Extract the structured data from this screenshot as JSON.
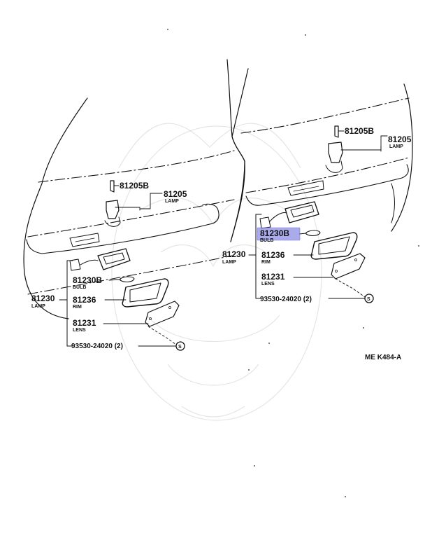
{
  "callouts": {
    "left": {
      "clip": "81205B",
      "lamp_num": "81205",
      "lamp_label": "LAMP",
      "bulb_num": "81230B",
      "bulb_label": "BULB",
      "assy_num": "81230",
      "assy_label": "LAMP",
      "rim_num": "81236",
      "rim_label": "RIM",
      "lens_num": "81231",
      "lens_label": "LENS",
      "screw": "93530-24020 (2)",
      "screw_mark": "S"
    },
    "right": {
      "clip": "81205B",
      "lamp_num": "81205",
      "lamp_label": "LAMP",
      "bulb_num": "81230B",
      "bulb_label": "BULB",
      "assy_num": "81230",
      "assy_label": "LAMP",
      "rim_num": "81236",
      "rim_label": "RIM",
      "lens_num": "81231",
      "lens_label": "LENS",
      "screw": "93530-24020 (2)",
      "screw_mark": "S"
    }
  },
  "figure_code": "ME K484-A",
  "highlight_color": "#8e8fe8"
}
